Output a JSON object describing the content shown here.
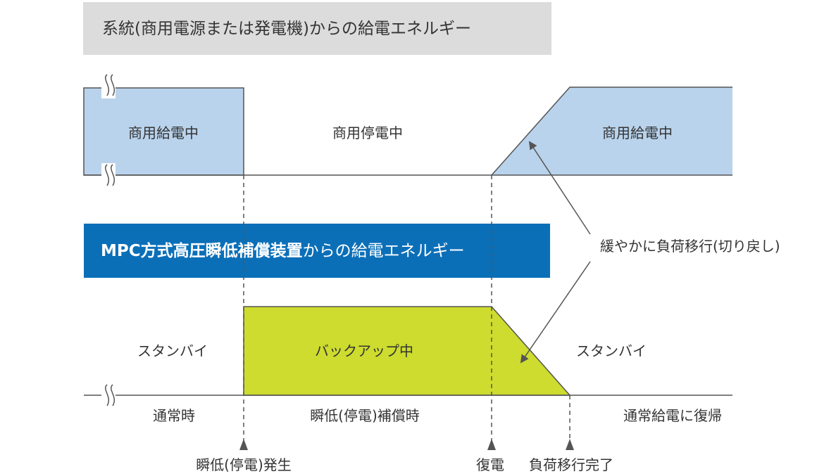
{
  "sections": {
    "grid_header": "系統(商用電源または発電機)からの給電エネルギー",
    "mpc_header_bold": "MPC方式高圧瞬低補償装置",
    "mpc_header_rest": "からの給電エネルギー"
  },
  "grid_phases": {
    "before": "商用給電中",
    "outage": "商用停電中",
    "after": "商用給電中"
  },
  "mpc_phases": {
    "standby_before": "スタンバイ",
    "backup": "バックアップ中",
    "standby_after": "スタンバイ"
  },
  "state_labels": {
    "normal": "通常時",
    "compensation": "瞬低(停電)補償時",
    "return": "通常給電に復帰"
  },
  "annotation": "緩やかに負荷移行(切り戻し)",
  "events": {
    "sag_occurs": "瞬低(停電)発生",
    "recovery": "復電",
    "transfer_complete": "負荷移行完了"
  },
  "colors": {
    "grid_header_bg": "#dcdcdc",
    "mpc_header_bg": "#0b6fb8",
    "grid_fill": "#b9d3ec",
    "backup_fill": "#cddc2e",
    "line": "#555555",
    "text": "#333333"
  }
}
